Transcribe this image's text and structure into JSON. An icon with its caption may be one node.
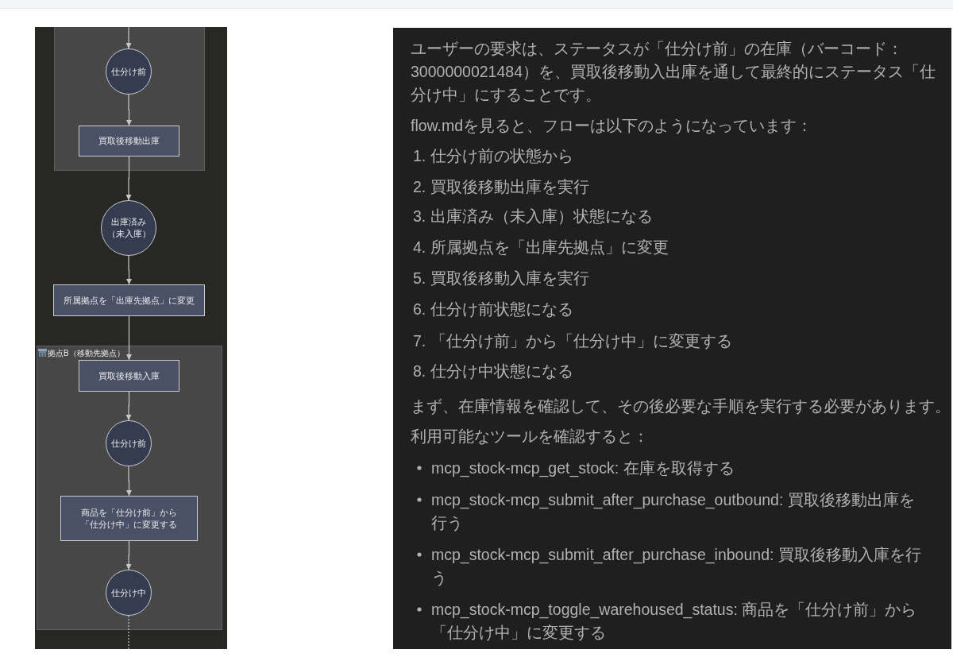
{
  "diagram": {
    "nodes": [
      {
        "text": [],
        "shape": "box"
      },
      {
        "text": [
          "仕分け前"
        ],
        "in": 0
      },
      {
        "text": [
          "買取後移動出庫"
        ],
        "in": 0
      },
      {
        "text": [
          "出庫済み（未入庫）"
        ]
      },
      {
        "text": [
          "所属拠点を「出庫先拠点」に変更"
        ]
      },
      {
        "text": [
          "拠点B（移動先拠点）"
        ]
      },
      {
        "text": [
          "買取後移動入庫"
        ],
        "in": 5
      },
      {
        "text": [
          "仕分け前"
        ],
        "in": 5
      },
      {
        "text": [
          "商品を「仕分け前」から「仕分け中」に変更する"
        ],
        "in": 5
      },
      {
        "text": [
          "仕分け中"
        ],
        "in": 5
      }
    ],
    "edges": [
      {
        "from": null,
        "to": 1,
        "arrow": "to"
      },
      {
        "from": 1,
        "to": 2,
        "arrow": "to"
      },
      {
        "from": 2,
        "to": 3,
        "arrow": "to"
      },
      {
        "from": 3,
        "to": 4,
        "arrow": "to"
      },
      {
        "from": 4,
        "to": 6,
        "arrow": "to"
      },
      {
        "from": 6,
        "to": 7,
        "arrow": "to"
      },
      {
        "from": 7,
        "to": 8,
        "arrow": "to"
      },
      {
        "from": 8,
        "to": 9,
        "arrow": "to"
      },
      {
        "from": 9,
        "to": null,
        "arrow": "none",
        "style": "dashed"
      }
    ],
    "labels": [
      "ユーザーの要求は、ステータスが「仕分け前」の在庫（バーコード：3000000021484）を、買取後移動入出庫を通して最終的にステータス「仕分け中」にすることです。",
      "flow.mdを見ると、フローは以下のようになっています：",
      "1. 仕分け前の状態から",
      "2. 買取後移動出庫を実行",
      "3. 出庫済み（未入庫）状態になる",
      "4. 所属拠点を「出庫先拠点」に変更",
      "5. 買取後移動入庫を実行",
      "6. 仕分け前状態になる",
      "7. 「仕分け前」から「仕分け中」に変更する",
      "8. 仕分け中状態になる",
      "まず、在庫情報を確認して、その後必要な手順を実行する必要があります。",
      "利用可能なツールを確認すると：",
      "mcp_stock-mcp_get_stock: 在庫を取得する",
      "mcp_stock-mcp_submit_after_purchase_outbound: 買取後移動出庫を行う",
      "mcp_stock-mcp_submit_after_purchase_inbound: 買取後移動入庫を行う",
      "mcp_stock-mcp_toggle_warehoused_status: 商品を「仕分け前」から「仕分け中」に変更する"
    ]
  }
}
